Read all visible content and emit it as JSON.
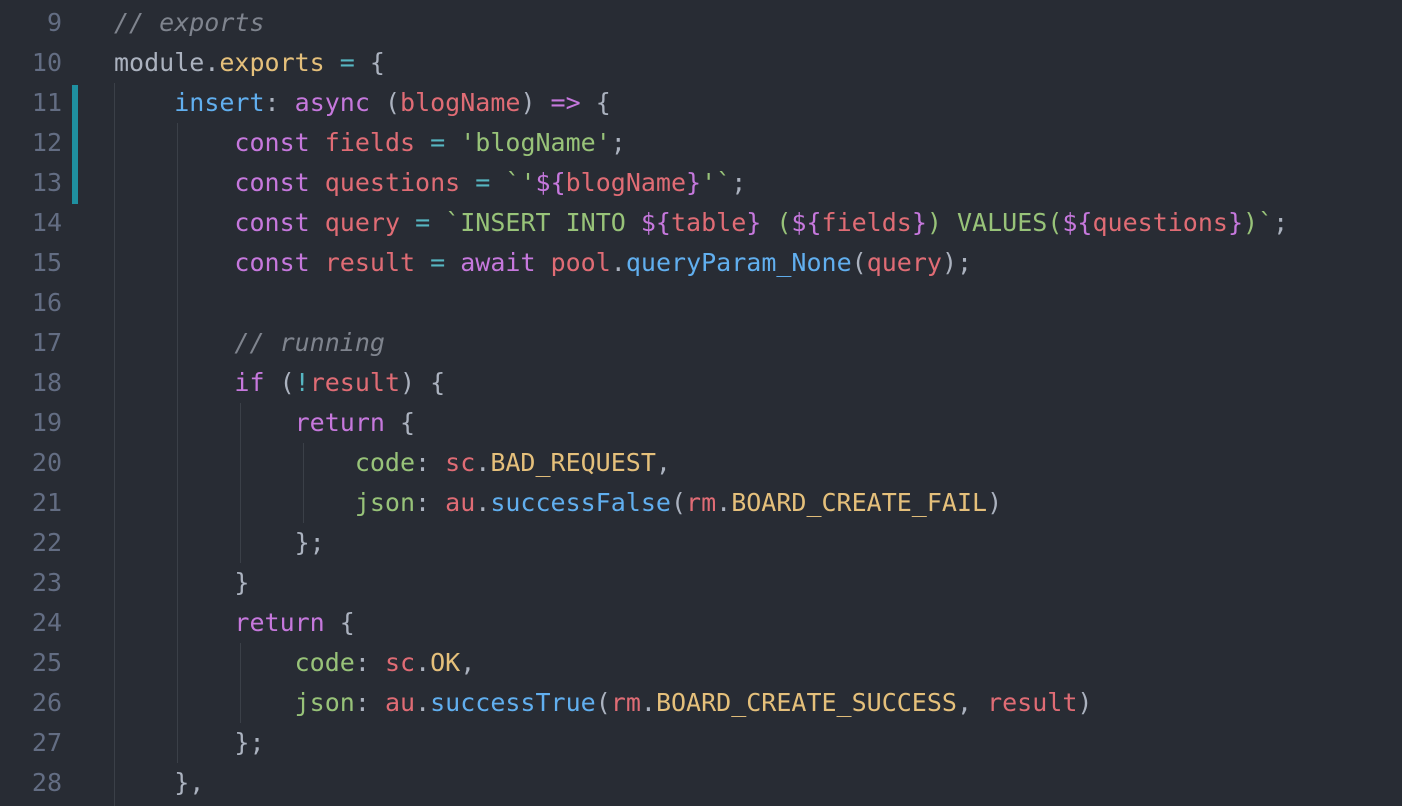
{
  "editor": {
    "theme_colors": {
      "background": "#282c34",
      "line_number": "#636d83",
      "comment": "#7f848e",
      "keyword": "#c678dd",
      "variable": "#e06c75",
      "function": "#61afef",
      "string": "#98c379",
      "constant": "#e5c07b",
      "operator": "#56b6c2",
      "modified_indicator": "#1f90a0"
    },
    "line_numbers": [
      "9",
      "10",
      "11",
      "12",
      "13",
      "14",
      "15",
      "16",
      "17",
      "18",
      "19",
      "20",
      "21",
      "22",
      "23",
      "24",
      "25",
      "26",
      "27",
      "28"
    ],
    "lines": [
      [
        {
          "c": "cmt",
          "t": "// exports"
        }
      ],
      [
        {
          "c": "plain",
          "t": "module"
        },
        {
          "c": "plain",
          "t": "."
        },
        {
          "c": "exp",
          "t": "exports"
        },
        {
          "c": "plain",
          "t": " "
        },
        {
          "c": "op",
          "t": "="
        },
        {
          "c": "plain",
          "t": " {"
        }
      ],
      [
        {
          "c": "plain",
          "t": "    "
        },
        {
          "c": "ins",
          "t": "insert"
        },
        {
          "c": "plain",
          "t": ": "
        },
        {
          "c": "kw",
          "t": "async"
        },
        {
          "c": "plain",
          "t": " ("
        },
        {
          "c": "var",
          "t": "blogName"
        },
        {
          "c": "plain",
          "t": ") "
        },
        {
          "c": "kw",
          "t": "=>"
        },
        {
          "c": "plain",
          "t": " {"
        }
      ],
      [
        {
          "c": "plain",
          "t": "        "
        },
        {
          "c": "kw",
          "t": "const"
        },
        {
          "c": "plain",
          "t": " "
        },
        {
          "c": "var",
          "t": "fields"
        },
        {
          "c": "plain",
          "t": " "
        },
        {
          "c": "op",
          "t": "="
        },
        {
          "c": "plain",
          "t": " "
        },
        {
          "c": "str",
          "t": "'blogName'"
        },
        {
          "c": "plain",
          "t": ";"
        }
      ],
      [
        {
          "c": "plain",
          "t": "        "
        },
        {
          "c": "kw",
          "t": "const"
        },
        {
          "c": "plain",
          "t": " "
        },
        {
          "c": "var",
          "t": "questions"
        },
        {
          "c": "plain",
          "t": " "
        },
        {
          "c": "op",
          "t": "="
        },
        {
          "c": "plain",
          "t": " "
        },
        {
          "c": "str",
          "t": "`'"
        },
        {
          "c": "kw",
          "t": "${"
        },
        {
          "c": "var",
          "t": "blogName"
        },
        {
          "c": "kw",
          "t": "}"
        },
        {
          "c": "str",
          "t": "'`"
        },
        {
          "c": "plain",
          "t": ";"
        }
      ],
      [
        {
          "c": "plain",
          "t": "        "
        },
        {
          "c": "kw",
          "t": "const"
        },
        {
          "c": "plain",
          "t": " "
        },
        {
          "c": "var",
          "t": "query"
        },
        {
          "c": "plain",
          "t": " "
        },
        {
          "c": "op",
          "t": "="
        },
        {
          "c": "plain",
          "t": " "
        },
        {
          "c": "str",
          "t": "`INSERT INTO "
        },
        {
          "c": "kw",
          "t": "${"
        },
        {
          "c": "var",
          "t": "table"
        },
        {
          "c": "kw",
          "t": "}"
        },
        {
          "c": "str",
          "t": " ("
        },
        {
          "c": "kw",
          "t": "${"
        },
        {
          "c": "var",
          "t": "fields"
        },
        {
          "c": "kw",
          "t": "}"
        },
        {
          "c": "str",
          "t": ") VALUES("
        },
        {
          "c": "kw",
          "t": "${"
        },
        {
          "c": "var",
          "t": "questions"
        },
        {
          "c": "kw",
          "t": "}"
        },
        {
          "c": "str",
          "t": ")`"
        },
        {
          "c": "plain",
          "t": ";"
        }
      ],
      [
        {
          "c": "plain",
          "t": "        "
        },
        {
          "c": "kw",
          "t": "const"
        },
        {
          "c": "plain",
          "t": " "
        },
        {
          "c": "var",
          "t": "result"
        },
        {
          "c": "plain",
          "t": " "
        },
        {
          "c": "op",
          "t": "="
        },
        {
          "c": "plain",
          "t": " "
        },
        {
          "c": "kw",
          "t": "await"
        },
        {
          "c": "plain",
          "t": " "
        },
        {
          "c": "var",
          "t": "pool"
        },
        {
          "c": "plain",
          "t": "."
        },
        {
          "c": "fn",
          "t": "queryParam_None"
        },
        {
          "c": "plain",
          "t": "("
        },
        {
          "c": "var",
          "t": "query"
        },
        {
          "c": "plain",
          "t": ");"
        }
      ],
      [
        {
          "c": "plain",
          "t": ""
        }
      ],
      [
        {
          "c": "plain",
          "t": "        "
        },
        {
          "c": "cmt",
          "t": "// running"
        }
      ],
      [
        {
          "c": "plain",
          "t": "        "
        },
        {
          "c": "kw",
          "t": "if"
        },
        {
          "c": "plain",
          "t": " ("
        },
        {
          "c": "op",
          "t": "!"
        },
        {
          "c": "var",
          "t": "result"
        },
        {
          "c": "plain",
          "t": ") {"
        }
      ],
      [
        {
          "c": "plain",
          "t": "            "
        },
        {
          "c": "kw",
          "t": "return"
        },
        {
          "c": "plain",
          "t": " {"
        }
      ],
      [
        {
          "c": "plain",
          "t": "                "
        },
        {
          "c": "key",
          "t": "code"
        },
        {
          "c": "plain",
          "t": ": "
        },
        {
          "c": "var",
          "t": "sc"
        },
        {
          "c": "plain",
          "t": "."
        },
        {
          "c": "const",
          "t": "BAD_REQUEST"
        },
        {
          "c": "plain",
          "t": ","
        }
      ],
      [
        {
          "c": "plain",
          "t": "                "
        },
        {
          "c": "key",
          "t": "json"
        },
        {
          "c": "plain",
          "t": ": "
        },
        {
          "c": "var",
          "t": "au"
        },
        {
          "c": "plain",
          "t": "."
        },
        {
          "c": "fn",
          "t": "successFalse"
        },
        {
          "c": "plain",
          "t": "("
        },
        {
          "c": "var",
          "t": "rm"
        },
        {
          "c": "plain",
          "t": "."
        },
        {
          "c": "const",
          "t": "BOARD_CREATE_FAIL"
        },
        {
          "c": "plain",
          "t": ")"
        }
      ],
      [
        {
          "c": "plain",
          "t": "            };"
        }
      ],
      [
        {
          "c": "plain",
          "t": "        }"
        }
      ],
      [
        {
          "c": "plain",
          "t": "        "
        },
        {
          "c": "kw",
          "t": "return"
        },
        {
          "c": "plain",
          "t": " {"
        }
      ],
      [
        {
          "c": "plain",
          "t": "            "
        },
        {
          "c": "key",
          "t": "code"
        },
        {
          "c": "plain",
          "t": ": "
        },
        {
          "c": "var",
          "t": "sc"
        },
        {
          "c": "plain",
          "t": "."
        },
        {
          "c": "const",
          "t": "OK"
        },
        {
          "c": "plain",
          "t": ","
        }
      ],
      [
        {
          "c": "plain",
          "t": "            "
        },
        {
          "c": "key",
          "t": "json"
        },
        {
          "c": "plain",
          "t": ": "
        },
        {
          "c": "var",
          "t": "au"
        },
        {
          "c": "plain",
          "t": "."
        },
        {
          "c": "fn",
          "t": "successTrue"
        },
        {
          "c": "plain",
          "t": "("
        },
        {
          "c": "var",
          "t": "rm"
        },
        {
          "c": "plain",
          "t": "."
        },
        {
          "c": "const",
          "t": "BOARD_CREATE_SUCCESS"
        },
        {
          "c": "plain",
          "t": ", "
        },
        {
          "c": "var",
          "t": "result"
        },
        {
          "c": "plain",
          "t": ")"
        }
      ],
      [
        {
          "c": "plain",
          "t": "        };"
        }
      ],
      [
        {
          "c": "plain",
          "t": "    },"
        }
      ]
    ]
  }
}
